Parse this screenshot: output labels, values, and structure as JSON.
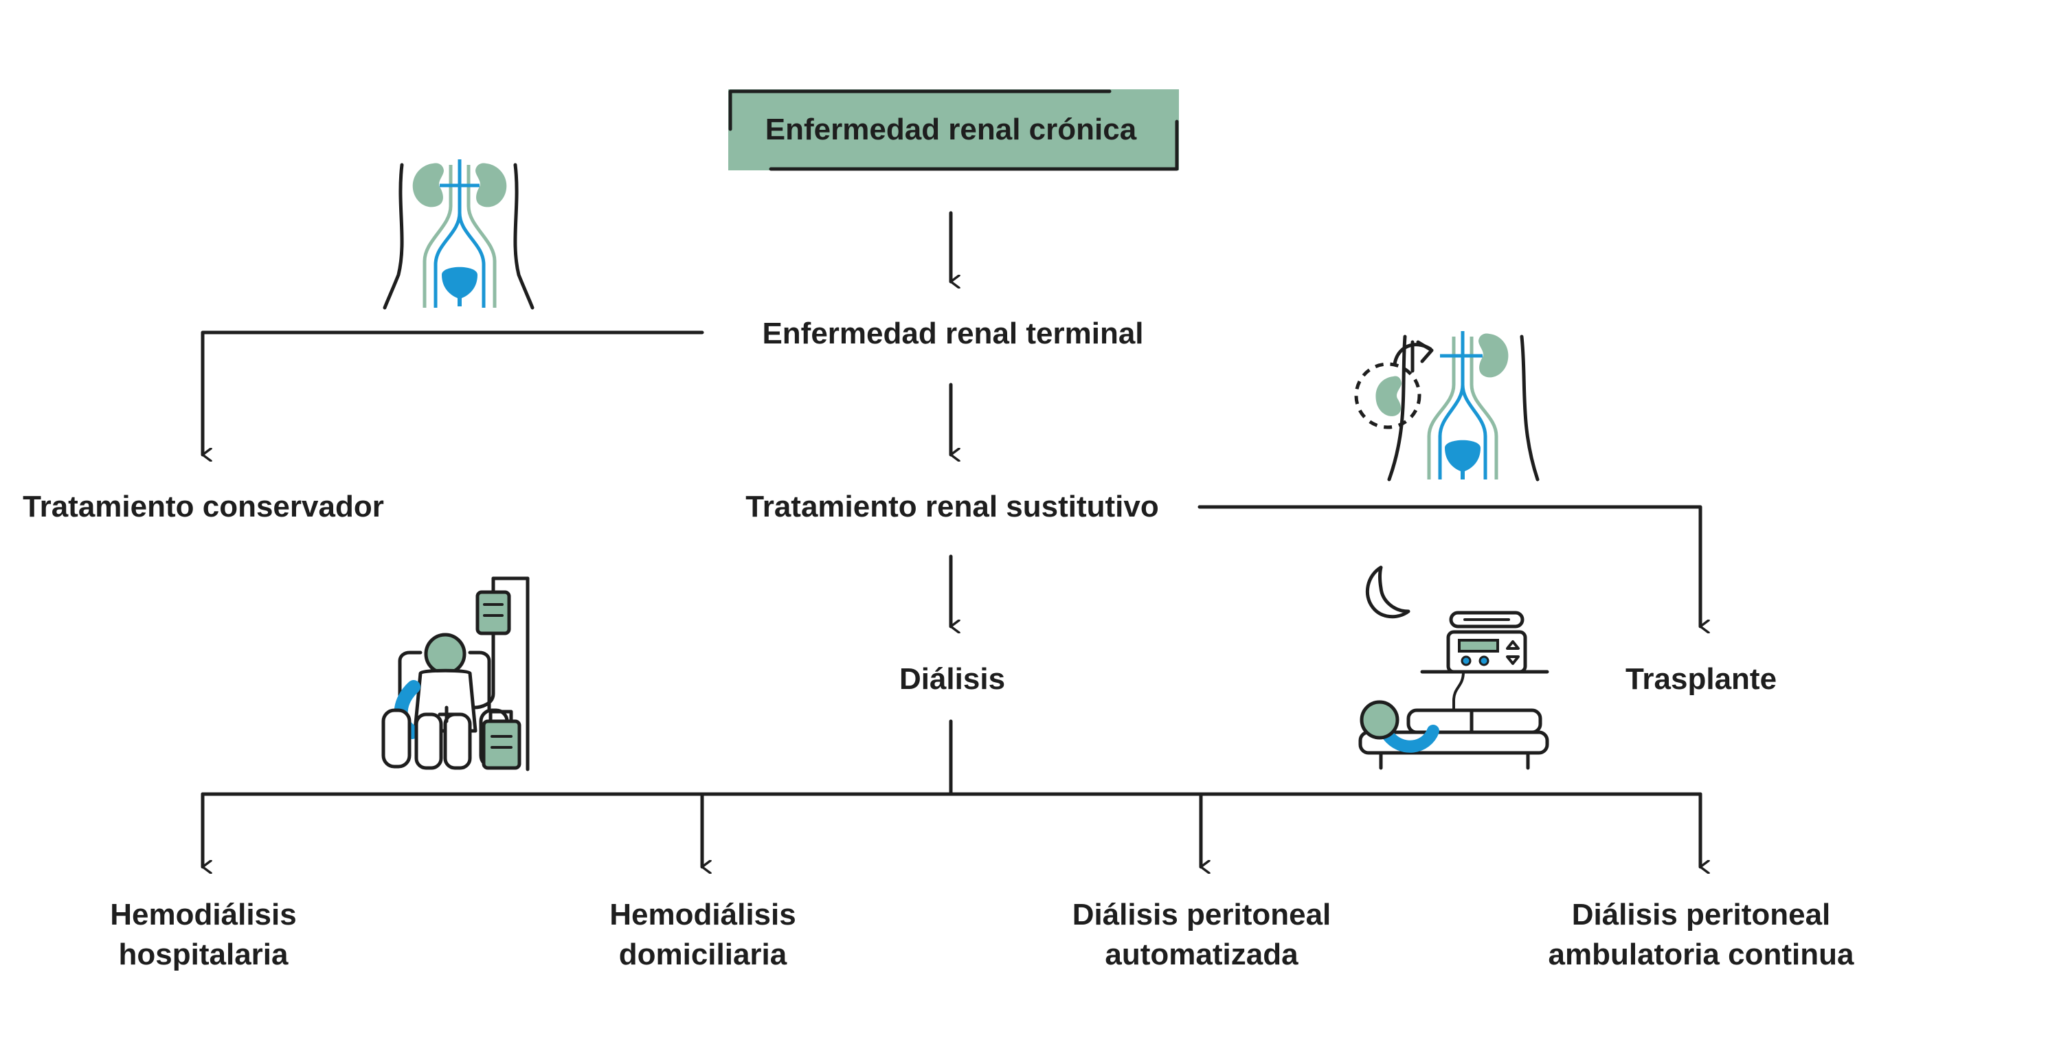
{
  "colors": {
    "accent_green": "#8fbba4",
    "accent_blue": "#1a96d4",
    "ink": "#1e1e1e"
  },
  "nodes": {
    "ckd": "Enfermedad renal crónica",
    "esrd": "Enfermedad renal terminal",
    "conservative": "Tratamiento conservador",
    "rrt": "Tratamiento renal sustitutivo",
    "dialysis": "Diálisis",
    "transplant": "Trasplante",
    "hd_hospital": [
      "Hemodiálisis",
      "hospitalaria"
    ],
    "hd_home": [
      "Hemodiálisis",
      "domiciliaria"
    ],
    "pd_auto": [
      "Diálisis peritoneal",
      "automatizada"
    ],
    "pd_cont": [
      "Diálisis peritoneal",
      "ambulatoria continua"
    ]
  },
  "icons": {
    "urinary": "urinary-system-icon",
    "transplant": "kidney-transplant-icon",
    "hemodialysis": "hemodialysis-patient-icon",
    "night_dialysis": "night-peritoneal-dialysis-icon"
  }
}
